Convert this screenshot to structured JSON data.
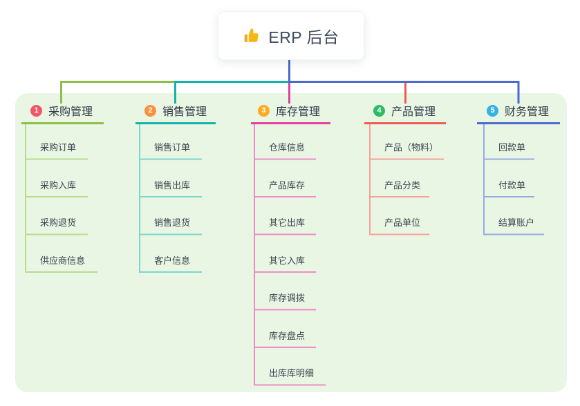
{
  "root": {
    "title": "ERP 后台",
    "icon": "thumbs-up"
  },
  "branches": [
    {
      "index": "1",
      "title": "采购管理",
      "badge_color": "#f25468",
      "line_color": "#8cbf4a",
      "sub_line_color": "#b7dc90",
      "items": [
        "采购订单",
        "采购入库",
        "采购退货",
        "供应商信息"
      ]
    },
    {
      "index": "2",
      "title": "销售管理",
      "badge_color": "#f9903e",
      "line_color": "#14b3aa",
      "sub_line_color": "#7fd6cd",
      "items": [
        "销售订单",
        "销售出库",
        "销售退货",
        "客户信息"
      ]
    },
    {
      "index": "3",
      "title": "库存管理",
      "badge_color": "#fbab20",
      "line_color": "#e0409e",
      "sub_line_color": "#f08cc7",
      "items": [
        "仓库信息",
        "产品库存",
        "其它出库",
        "其它入库",
        "库存调拨",
        "库存盘点",
        "出库库明细"
      ]
    },
    {
      "index": "4",
      "title": "产品管理",
      "badge_color": "#2abd64",
      "line_color": "#f05a55",
      "sub_line_color": "#f7a19b",
      "items": [
        "产品（物料）",
        "产品分类",
        "产品单位"
      ]
    },
    {
      "index": "5",
      "title": "财务管理",
      "badge_color": "#35b1e4",
      "line_color": "#4a69cf",
      "sub_line_color": "#96abe5",
      "items": [
        "回款单",
        "付款单",
        "结算账户"
      ]
    }
  ],
  "colors": {
    "canvas_bg": "#ffffff",
    "panel_bg": "#e9f6e3",
    "root_connector": "#4a69cf",
    "title_text": "#2e3947",
    "item_text": "#3b4551",
    "root_title_text": "#3e4a5b"
  }
}
